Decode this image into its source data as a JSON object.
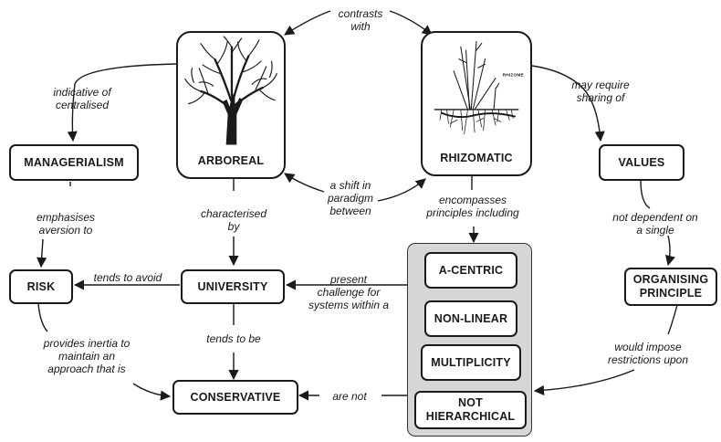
{
  "nodes": {
    "arboreal": "ARBOREAL",
    "rhizomatic": "RHIZOMATIC",
    "managerialism": "MANAGERIALISM",
    "values": "VALUES",
    "risk": "RISK",
    "university": "UNIVERSITY",
    "organising": "ORGANISING\nPRINCIPLE",
    "conservative": "CONSERVATIVE",
    "acentric": "A-CENTRIC",
    "nonlinear": "NON-LINEAR",
    "multiplicity": "MULTIPLICITY",
    "nothierarchical": "NOT\nHIERARCHICAL"
  },
  "links": {
    "contrasts": "contrasts\nwith",
    "shift": "a shift in\nparadigm\nbetween",
    "indicative": "indicative of\ncentralised",
    "mayrequire": "may require\nsharing of",
    "emphasises": "emphasises\naversion to",
    "characterised": "characterised\nby",
    "encompasses": "encompasses\nprinciples including",
    "notdependent": "not dependent on\na single",
    "tendsavoid": "tends to avoid",
    "present": "present\nchallenge for\nsystems within a",
    "tendsbe": "tends to be",
    "inertia": "provides inertia to\nmaintain an\napproach that is",
    "impose": "would impose\nrestrictions upon",
    "arenot": "are not"
  },
  "images": {
    "rhizome_caption": "RHIZOME"
  },
  "colors": {
    "stroke": "#1a1a1a",
    "group_fill": "#d6d6d6"
  }
}
